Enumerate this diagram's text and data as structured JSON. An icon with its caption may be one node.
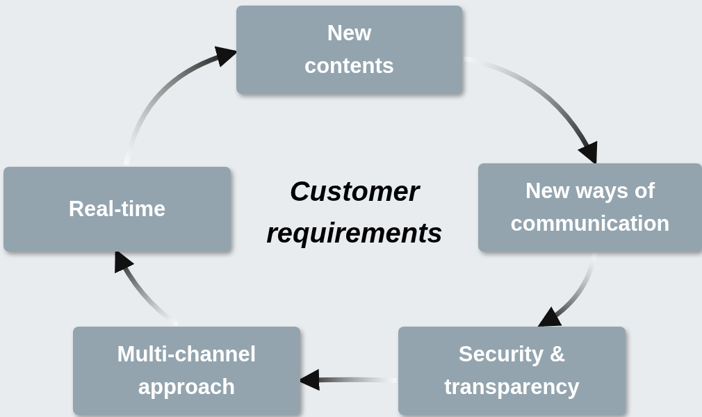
{
  "diagram": {
    "nodes": [
      {
        "text": [
          "New contents"
        ]
      },
      {
        "text": [
          "New ways of communication"
        ]
      },
      {
        "text": [
          "Security & transparency"
        ]
      },
      {
        "text": [
          "Multi-channel approach"
        ]
      },
      {
        "text": [
          "Real-time"
        ]
      }
    ],
    "edges": [
      {
        "from": 0,
        "to": 1,
        "arrow": "to"
      },
      {
        "from": 1,
        "to": 2,
        "arrow": "to"
      },
      {
        "from": 2,
        "to": 3,
        "arrow": "to"
      },
      {
        "from": 3,
        "to": 4,
        "arrow": "to"
      },
      {
        "from": 4,
        "to": 0,
        "arrow": "to"
      }
    ],
    "labels": [
      "Customer requirements"
    ]
  }
}
